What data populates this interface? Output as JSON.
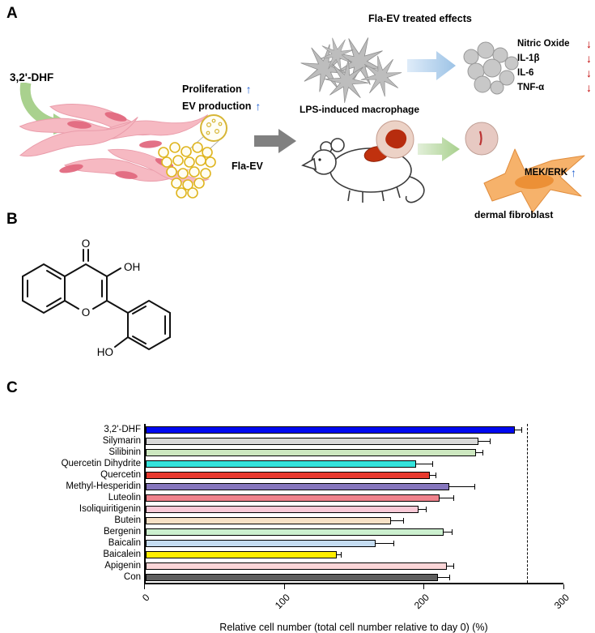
{
  "colors": {
    "up_arrow": "#1f5fd0",
    "down_arrow": "#c00000",
    "page_bg": "#ffffff"
  },
  "panelA": {
    "label": "A",
    "dhf_label": "3,2'-DHF",
    "proliferation": "Proliferation",
    "ev_production": "EV production",
    "fla_ev": "Fla-EV",
    "treated_title": "Fla-EV treated effects",
    "macrophage_label": "LPS-induced macrophage",
    "cytokines": [
      "Nitric Oxide",
      "IL-1β",
      "IL-6",
      "TNF-α"
    ],
    "mek_erk": "MEK/ERK",
    "fibroblast_label": "dermal fibroblast",
    "up_glyph": "↑",
    "down_glyph": "↓"
  },
  "panelB": {
    "label": "B",
    "atom_o_carbonyl": "O",
    "atom_oh": "OH",
    "atom_o_ring": "O",
    "atom_ho": "HO"
  },
  "panelC": {
    "label": "C"
  },
  "chart_data": {
    "type": "bar",
    "orientation": "horizontal",
    "title": "",
    "categories": [
      "3,2'-DHF",
      "Silymarin",
      "Silibinin",
      "Quercetin Dihydrite",
      "Quercetin",
      "Methyl-Hesperidin",
      "Luteolin",
      "Isoliquiritigenin",
      "Butein",
      "Bergenin",
      "Baicalin",
      "Baicalein",
      "Apigenin",
      "Con"
    ],
    "values": [
      265,
      239,
      237,
      194,
      204,
      218,
      211,
      196,
      176,
      214,
      165,
      137,
      216,
      210
    ],
    "errors": [
      5,
      8,
      5,
      12,
      4,
      18,
      10,
      5,
      9,
      6,
      13,
      3,
      5,
      8
    ],
    "bar_colors": [
      "#0008f0",
      "#d9d9d9",
      "#cde8c0",
      "#34e4dc",
      "#e8392e",
      "#8676bd",
      "#f0828c",
      "#f9c9d6",
      "#f7e1c6",
      "#ccf0cf",
      "#c5ddf2",
      "#ffee00",
      "#fcd6d8",
      "#5e5e5e"
    ],
    "xlabel": "Relative cell number (total cell number relative to day 0) (%)",
    "xticks": [
      0,
      100,
      200,
      300
    ],
    "xlim": [
      0,
      300
    ],
    "reference_line": 274,
    "grid": false,
    "legend": false
  }
}
